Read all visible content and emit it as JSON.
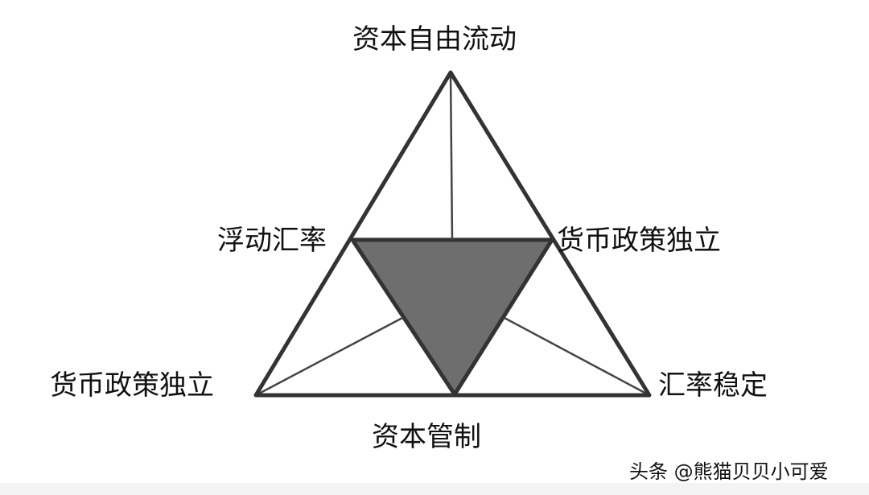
{
  "diagram": {
    "labels": {
      "top": "资本自由流动",
      "mid_left": "浮动汇率",
      "mid_right": "货币政策独立",
      "bottom_left": "货币政策独立",
      "bottom_right": "汇率稳定",
      "bottom": "资本管制"
    },
    "colors": {
      "outline": "#333333",
      "inner_fill": "#6e6e6e"
    }
  },
  "watermark": "头条 @熊猫贝贝小可爱"
}
